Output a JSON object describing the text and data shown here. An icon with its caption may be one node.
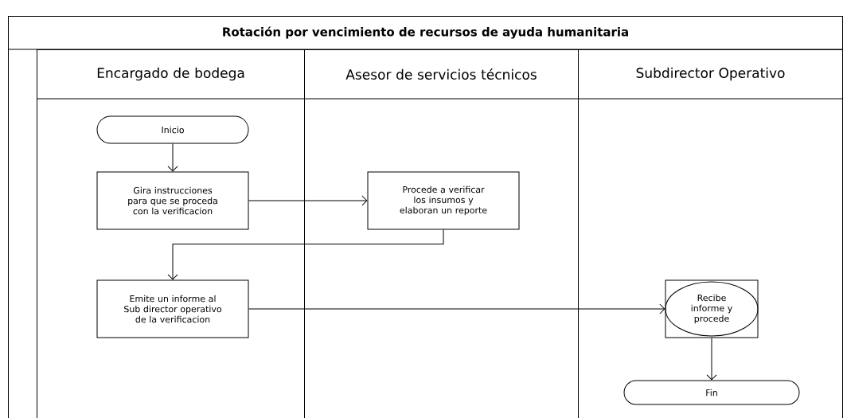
{
  "diagram": {
    "nodes": [
      {
        "text": [
          "Rotación por vencimiento de recursos de ayuda humanitaria"
        ]
      },
      {
        "text": [
          "Encargado de bodega"
        ],
        "in": 0
      },
      {
        "text": [
          "Asesor de servicios técnicos"
        ],
        "in": 0
      },
      {
        "text": [
          "Subdirector Operativo"
        ],
        "in": 0
      },
      {
        "text": [
          "Inicio"
        ],
        "in": 1
      },
      {
        "text": [
          "Gira instrucciones para que se proceda con la verificacion"
        ],
        "in": 1
      },
      {
        "text": [
          "Procede a verificar los insumos y elaboran un reporte"
        ],
        "in": 2
      },
      {
        "text": [
          "Emite un informe al Sub director operativo de la verificacion"
        ],
        "in": 1
      },
      {
        "text": [
          "Recibe informe y procede"
        ],
        "in": 3
      },
      {
        "text": [
          "Fin"
        ],
        "in": 3
      }
    ],
    "edges": [
      {
        "from": 4,
        "to": 5,
        "arrow": "to"
      },
      {
        "from": 5,
        "to": 6,
        "arrow": "to"
      },
      {
        "from": 6,
        "to": 7,
        "arrow": "to"
      },
      {
        "from": 7,
        "to": 8,
        "arrow": "to"
      },
      {
        "from": 8,
        "to": 9,
        "arrow": "to"
      }
    ]
  }
}
